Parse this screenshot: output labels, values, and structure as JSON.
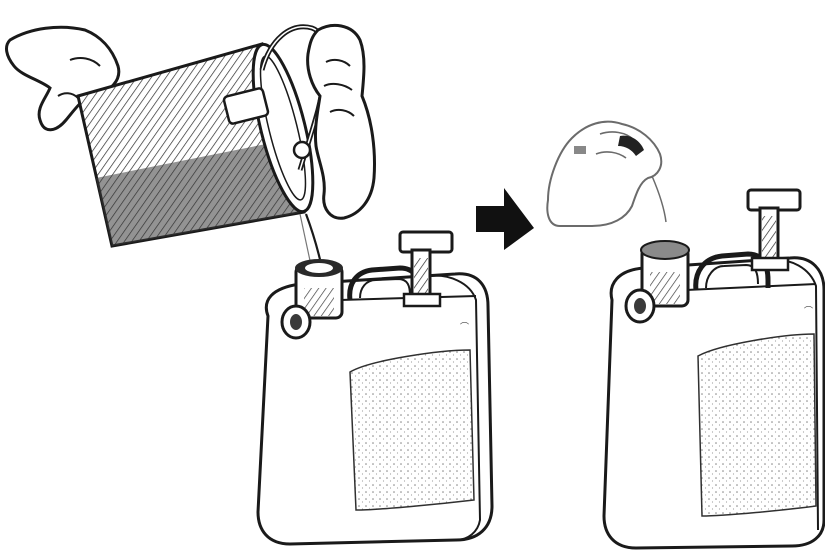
{
  "illustration": {
    "panels": [
      {
        "name": "pour-oil-from-pan-into-container"
      },
      {
        "name": "container-capped-after-pouring"
      }
    ],
    "arrow": "right-arrow",
    "colors": {
      "ink": "#1a1a1a",
      "paper": "#ffffff",
      "shade": "#6b6b6b"
    }
  }
}
